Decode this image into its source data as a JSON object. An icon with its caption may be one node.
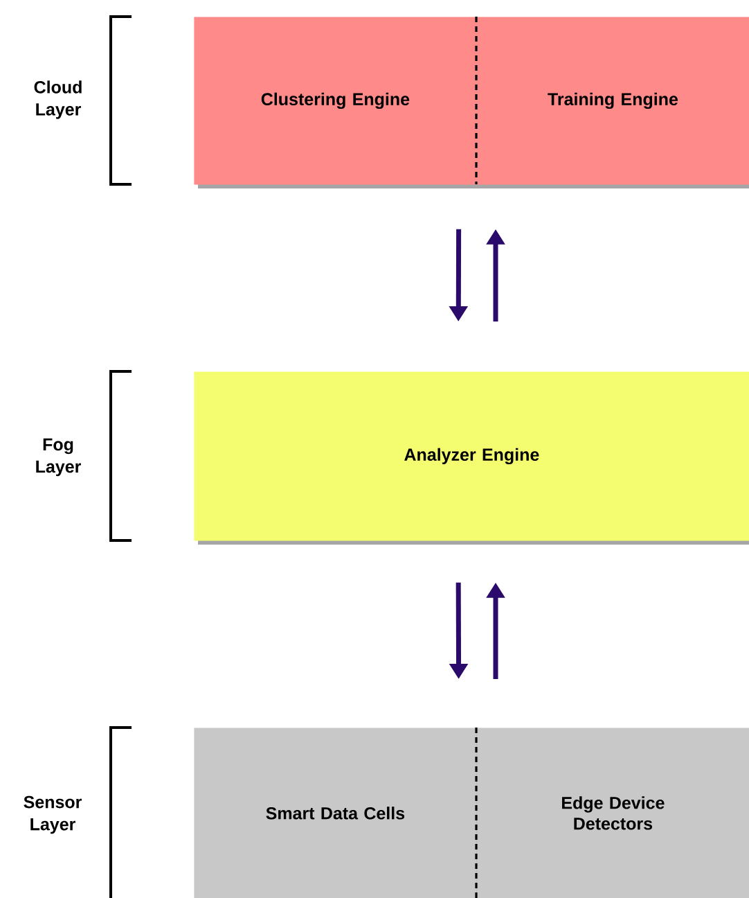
{
  "diagram": {
    "nodes": [
      {
        "text": [
          "Clustering Engine"
        ]
      },
      {
        "text": [
          "Training Engine"
        ]
      },
      {
        "text": [
          "Analyzer Engine"
        ]
      },
      {
        "text": [
          "Smart Data Cells"
        ]
      },
      {
        "text": [
          "Edge Device Detectors"
        ]
      }
    ],
    "edges": [
      {
        "from": 0,
        "to": 2,
        "arrow": "to"
      },
      {
        "from": 2,
        "to": 1,
        "arrow": "to"
      },
      {
        "from": 2,
        "to": 3,
        "arrow": "to"
      },
      {
        "from": 4,
        "to": 2,
        "arrow": "to"
      }
    ],
    "labels": [
      "Cloud Layer",
      "Fog Layer",
      "Sensor Layer"
    ]
  }
}
